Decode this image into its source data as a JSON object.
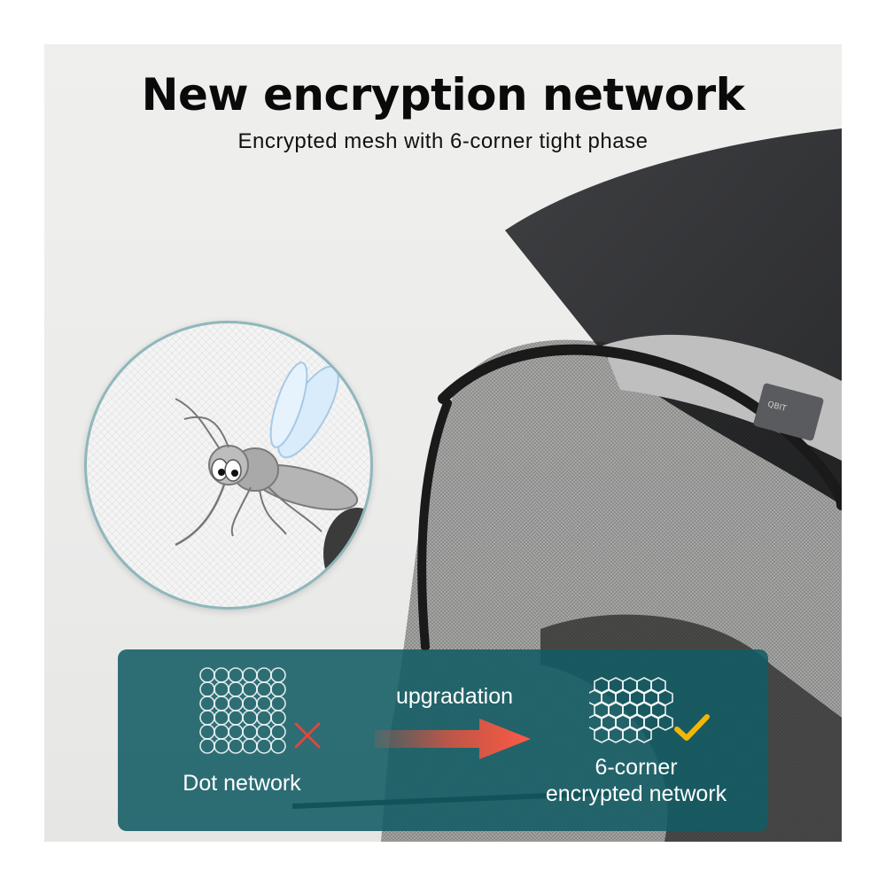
{
  "header": {
    "title": "New encryption network",
    "subtitle": "Encrypted mesh with 6-corner tight phase"
  },
  "product": {
    "tag_text": "QBIT"
  },
  "comparison": {
    "old_label": "Dot network",
    "upgrade_label": "upgradation",
    "new_label_line1": "6-corner",
    "new_label_line2": "encrypted network",
    "old_mark_icon": "cross-icon",
    "new_mark_icon": "check-icon"
  },
  "colors": {
    "panel": "#125c64",
    "arrow": "#e8533f",
    "cross": "#e2463a",
    "check": "#f2b705",
    "circle_border": "#8fb7bc"
  }
}
